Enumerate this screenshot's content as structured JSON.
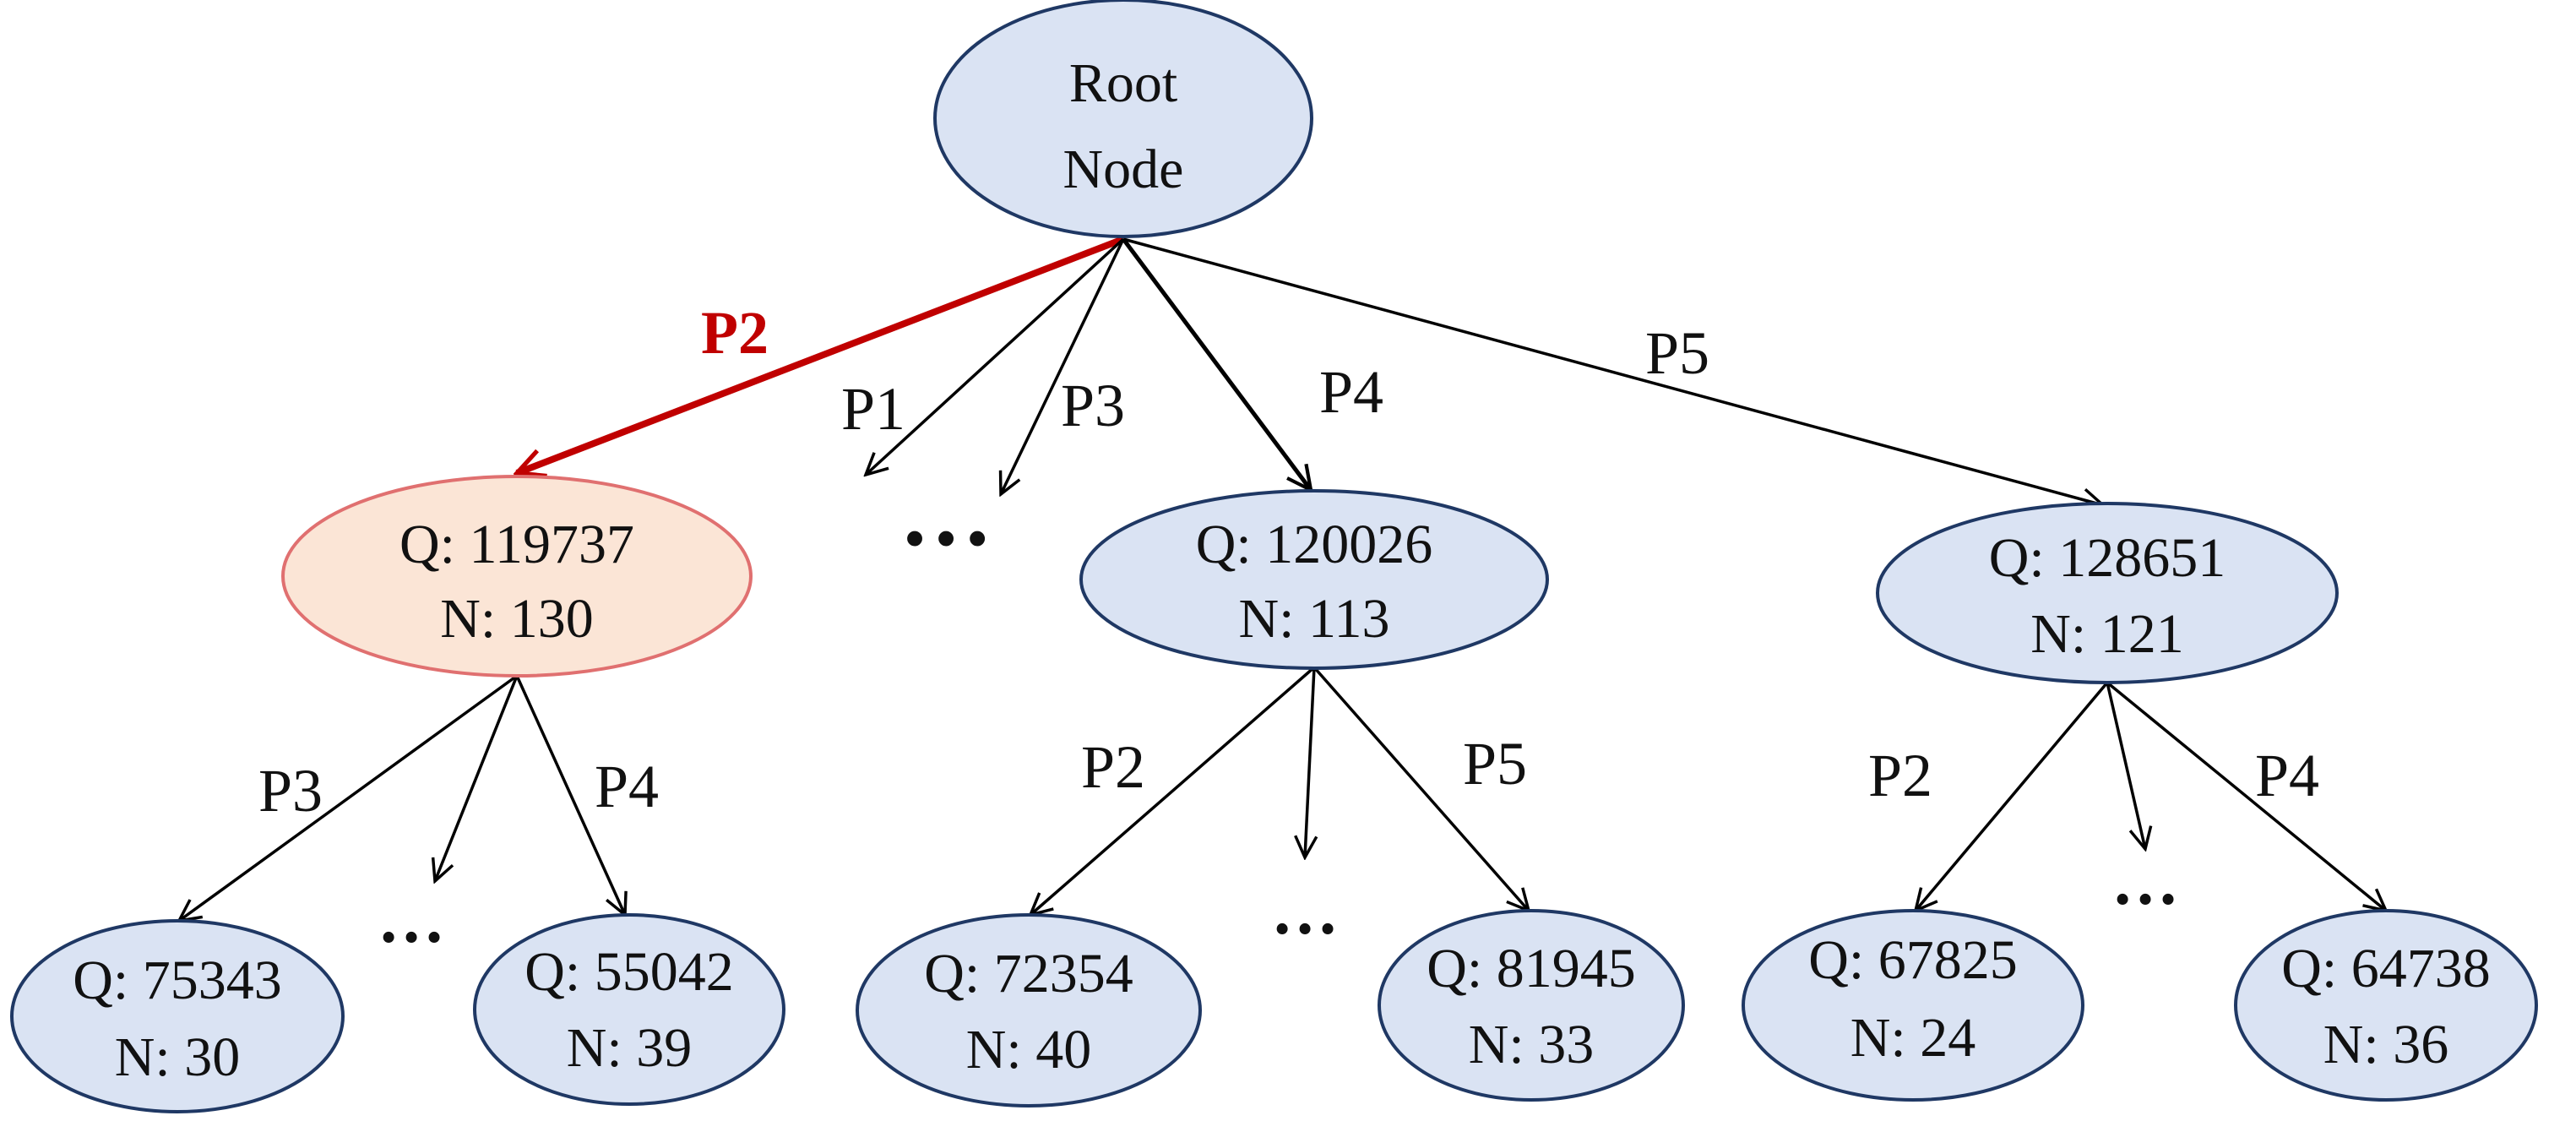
{
  "root": {
    "line1": "Root",
    "line2": "Node"
  },
  "nodes": {
    "n_p2": {
      "q": "Q: 119737",
      "n": "N: 130"
    },
    "n_p4": {
      "q": "Q: 120026",
      "n": "N: 113"
    },
    "n_p5": {
      "q": "Q: 128651",
      "n": "N: 121"
    },
    "n_p2_p3": {
      "q": "Q: 75343",
      "n": "N: 30"
    },
    "n_p2_p4": {
      "q": "Q: 55042",
      "n": "N: 39"
    },
    "n_p4_p2": {
      "q": "Q: 72354",
      "n": "N: 40"
    },
    "n_p4_p5": {
      "q": "Q: 81945",
      "n": "N: 33"
    },
    "n_p5_p2": {
      "q": "Q: 67825",
      "n": "N: 24"
    },
    "n_p5_p4": {
      "q": "Q: 64738",
      "n": "N: 36"
    }
  },
  "edges": {
    "root_p2": "P2",
    "root_p1": "P1",
    "root_p3": "P3",
    "root_p4": "P4",
    "root_p5": "P5",
    "p2_p3": "P3",
    "p2_p4": "P4",
    "p4_p2": "P2",
    "p4_p5": "P5",
    "p5_p2": "P2",
    "p5_p4": "P4"
  },
  "ellipsis": "…",
  "colors": {
    "node_fill": "#dae3f3",
    "node_stroke": "#1f3864",
    "selected_fill": "#fbe5d6",
    "selected_stroke": "#e07070",
    "selected_edge": "#c00000"
  }
}
